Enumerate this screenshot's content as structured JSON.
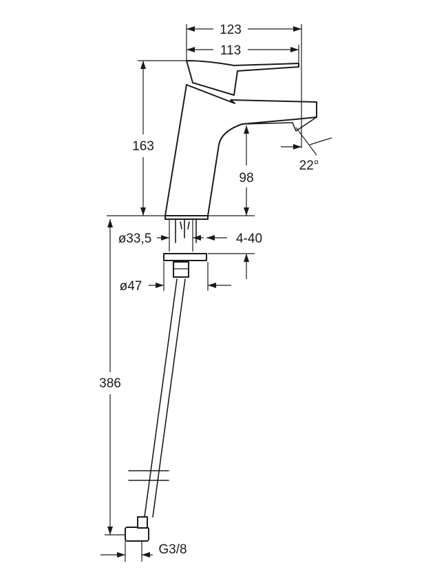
{
  "dimensions": {
    "overall_reach": "123",
    "spout_reach": "113",
    "height": "163",
    "spout_height": "98",
    "spout_angle": "22°",
    "shank_diameter": "ø33,5",
    "deck_thickness": "4-40",
    "flange_diameter": "ø47",
    "hose_length": "386",
    "connection_thread": "G3/8"
  }
}
